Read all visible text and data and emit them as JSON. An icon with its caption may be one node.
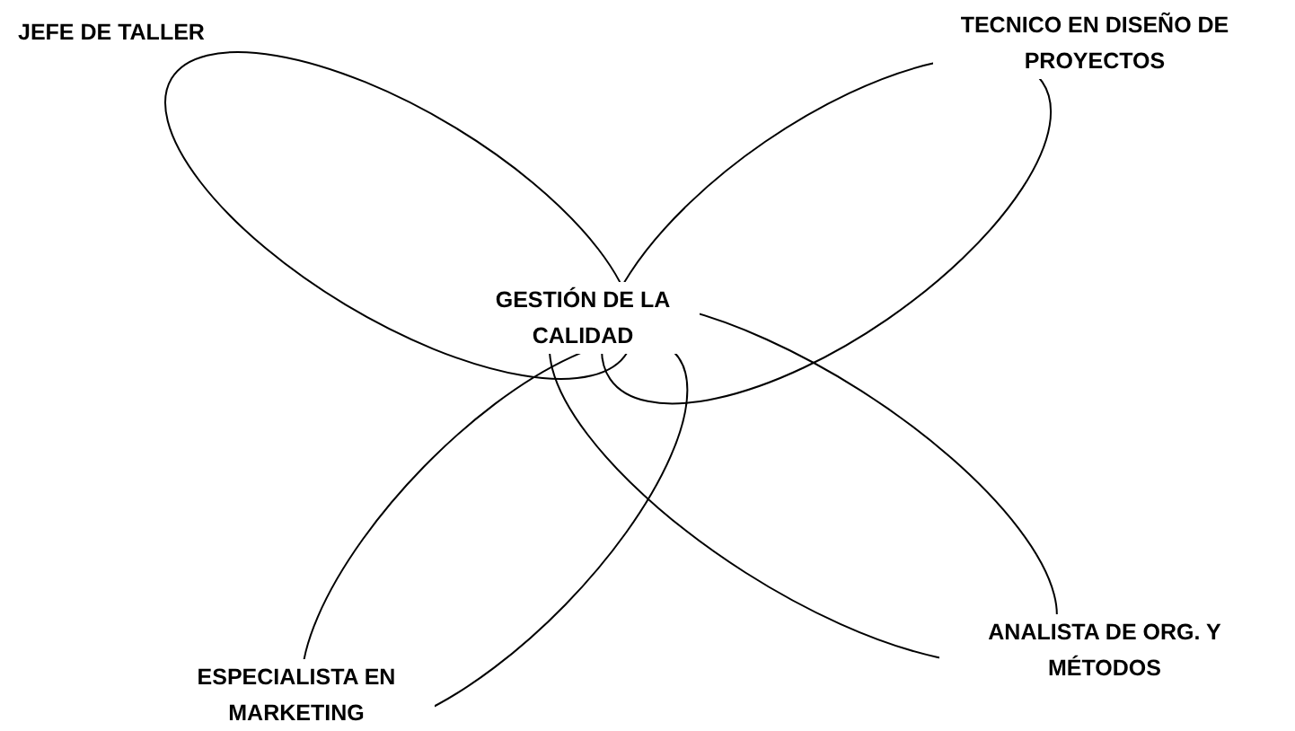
{
  "diagram": {
    "nodes": [
      {
        "text": [
          "JEFE DE TALLER"
        ]
      },
      {
        "text": [
          "TECNICO EN DISEÑO DE PROYECTOS"
        ]
      },
      {
        "text": [
          "ANALISTA DE ORG. Y MÉTODOS"
        ]
      },
      {
        "text": [
          "ESPECIALISTA EN MARKETING"
        ]
      }
    ],
    "labels": [
      "GESTIÓN DE LA CALIDAD"
    ]
  }
}
